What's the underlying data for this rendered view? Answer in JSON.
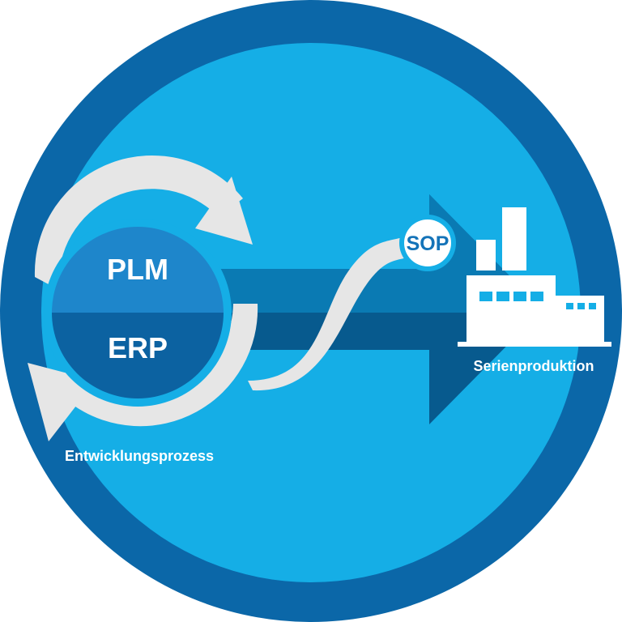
{
  "diagram": {
    "core_top_label": "PLM",
    "core_bottom_label": "ERP",
    "milestone_label": "SOP",
    "cycle_caption": "Entwicklungsprozess",
    "factory_caption": "Serienproduktion"
  },
  "colors": {
    "outer_ring": "#0B67A8",
    "inner_disc": "#15AEE6",
    "arrow_top": "#0A7AB3",
    "arrow_bottom": "#075A8E",
    "core_top": "#1E86CB",
    "core_bottom": "#0C62A1",
    "light_gray": "#E6E6E6",
    "white": "#FFFFFF",
    "sop_text": "#1473B8"
  },
  "icons": {
    "cycle": "circular-arrows-icon",
    "factory": "factory-icon",
    "milestone": "sop-badge-icon"
  }
}
